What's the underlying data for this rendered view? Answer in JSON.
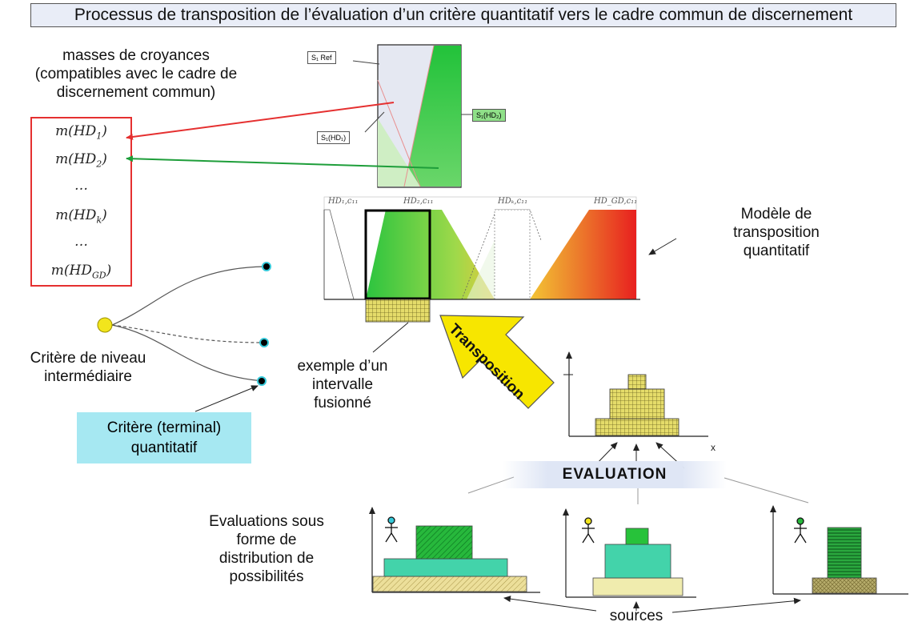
{
  "title": "Processus de transposition de l’évaluation d’un critère quantitatif vers le cadre commun de discernement",
  "beliefs": {
    "heading_lines": [
      "masses de croyances",
      "(compatibles avec le cadre de",
      "discernement commun)"
    ],
    "items": [
      {
        "base": "m(HD",
        "sub": "1",
        "end": ")"
      },
      {
        "base": "m(HD",
        "sub": "2",
        "end": ")"
      },
      {
        "base": "…",
        "sub": "",
        "end": ""
      },
      {
        "base": "m(HD",
        "sub": "k",
        "end": ")"
      },
      {
        "base": "…",
        "sub": "",
        "end": ""
      },
      {
        "base": "m(HD",
        "sub": "GD",
        "end": ")"
      }
    ]
  },
  "top_panel": {
    "tag_ref": "S₁ Ref",
    "tag_hd1": "S₁(HD₁)",
    "tag_hd2": "S₁(HD₂)"
  },
  "model": {
    "hd_labels": [
      "HD₁,c₁₁",
      "HD₂,c₁₁",
      "HDₖ,c₁₁",
      "HD_GD,c₁₁"
    ],
    "caption_lines": [
      "Modèle de",
      "transposition",
      "quantitatif"
    ]
  },
  "interval_caption_lines": [
    "exemple d’un",
    "intervalle",
    "fusionné"
  ],
  "transposition_label": "Transposition",
  "criterion": {
    "intermediate_lines": [
      "Critère de niveau",
      "intermédiaire"
    ],
    "terminal_lines": [
      "Critère (terminal)",
      "quantitatif"
    ]
  },
  "evaluation_label": "EVALUATION",
  "agg_axis_x": "x",
  "evaluations_lines": [
    "Evaluations sous",
    "forme de",
    "distribution de",
    "possibilités"
  ],
  "sources_label": "sources",
  "colors": {
    "red": "#e53030",
    "green": "#1e9e3a",
    "cyan": "#a6e8f2",
    "yellow_arrow": "#f7e600",
    "grid_fill": "#e5dc6a"
  }
}
